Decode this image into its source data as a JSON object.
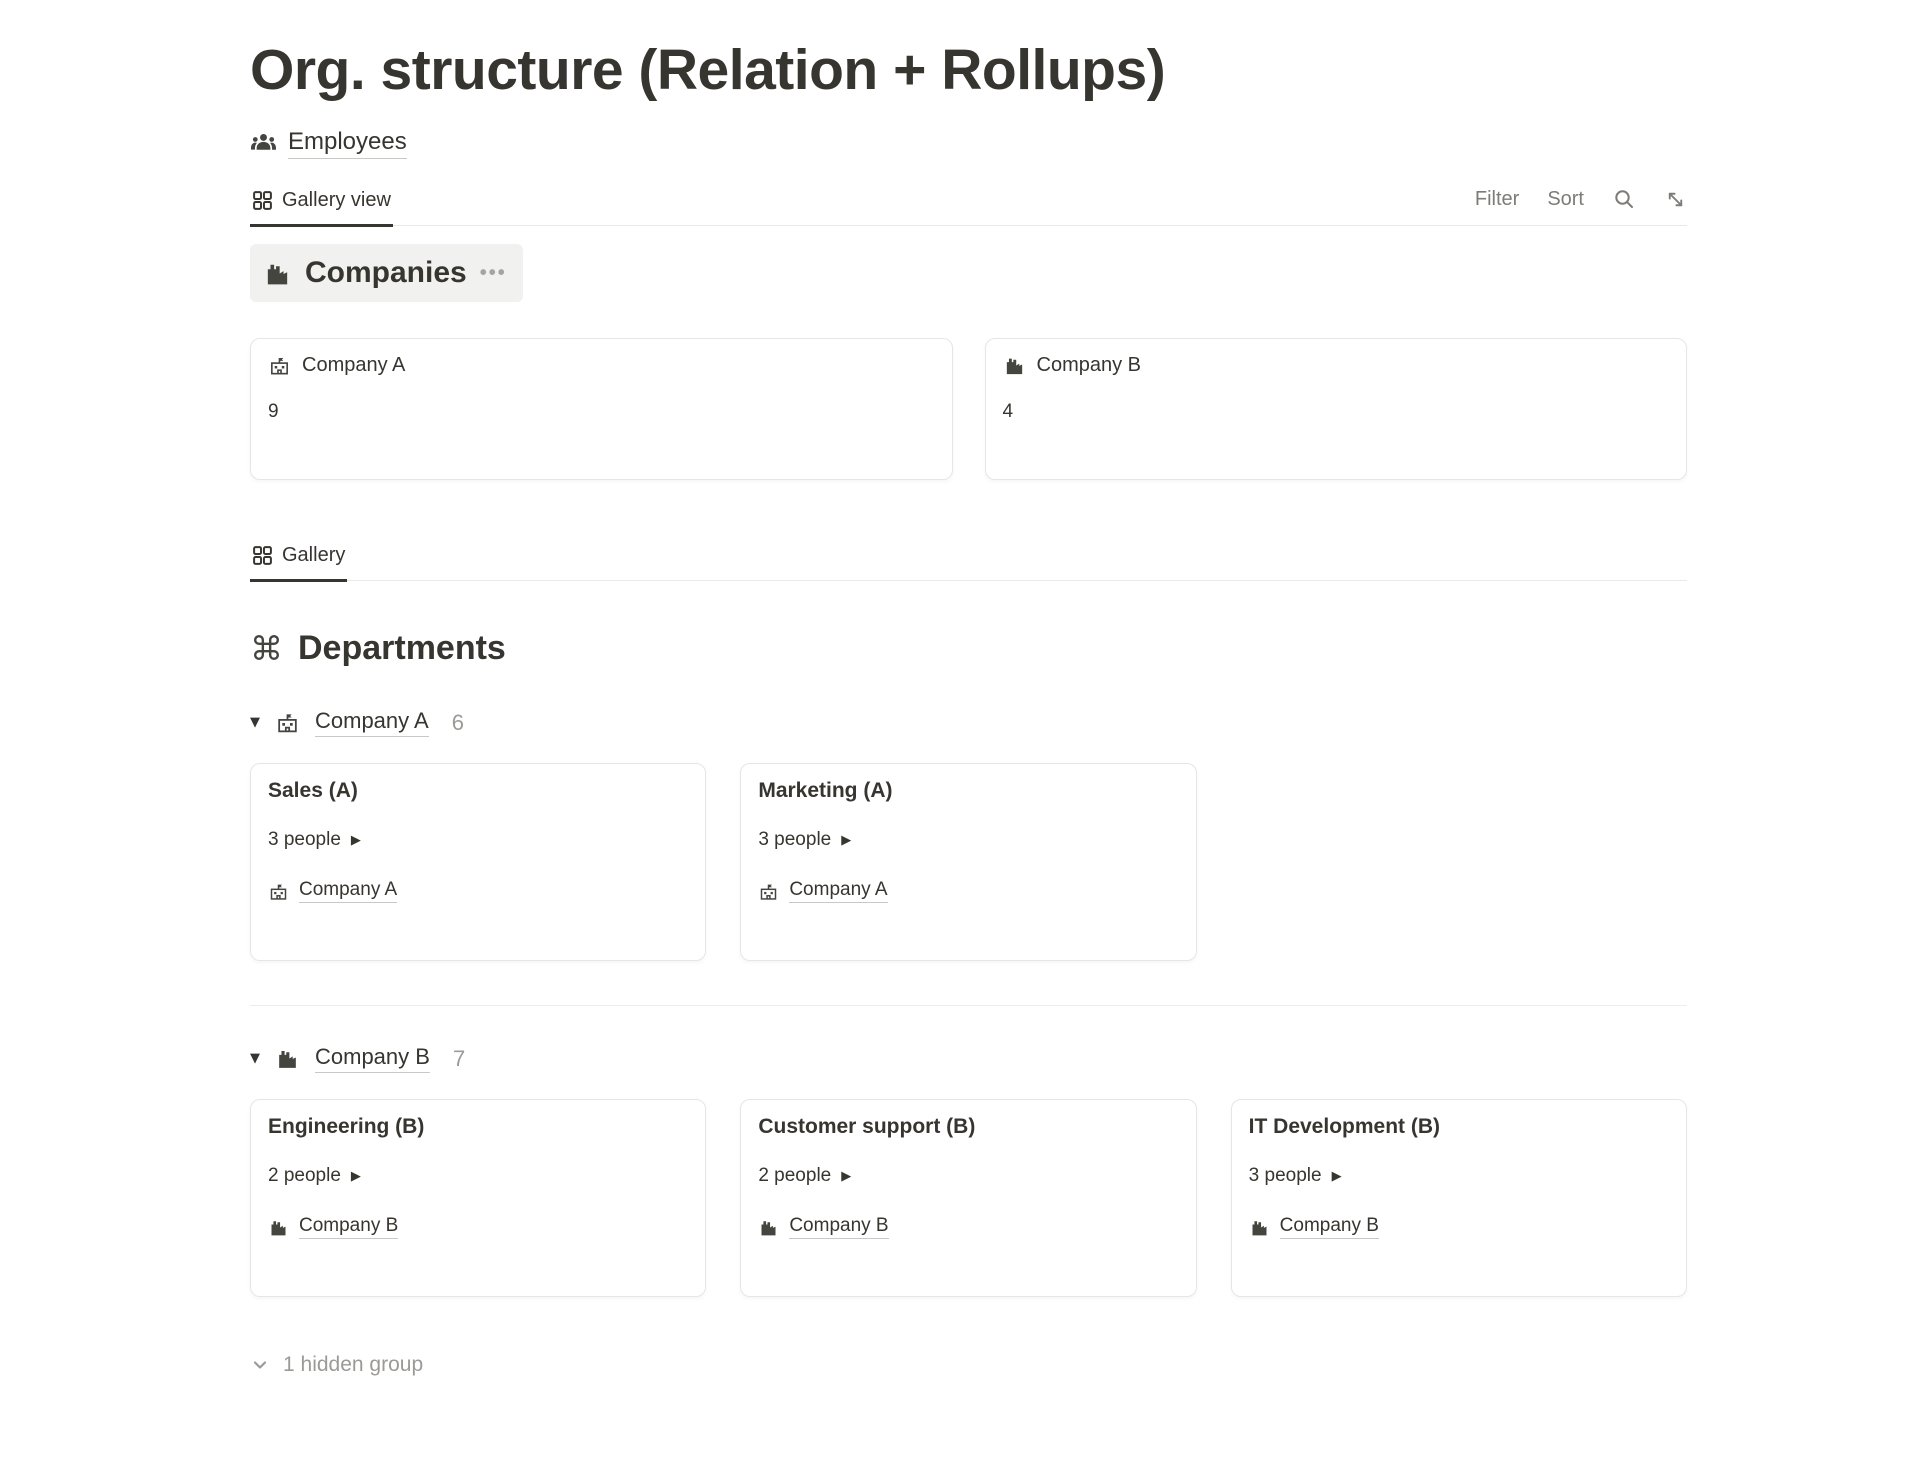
{
  "title": "Org. structure (Relation + Rollups)",
  "breadcrumb": {
    "label": "Employees"
  },
  "tabs": {
    "primary": "Gallery view",
    "secondary": "Gallery"
  },
  "toolbar": {
    "filter_label": "Filter",
    "sort_label": "Sort"
  },
  "companies": {
    "header": "Companies",
    "menu_dots": "•••",
    "cards": [
      {
        "name": "Company A",
        "rollup_value": "9"
      },
      {
        "name": "Company B",
        "rollup_value": "4"
      }
    ]
  },
  "departments": {
    "header": "Departments",
    "groups": [
      {
        "name": "Company A",
        "count": "6",
        "cards": [
          {
            "title": "Sales (A)",
            "people": "3 people",
            "company": "Company A"
          },
          {
            "title": "Marketing (A)",
            "people": "3 people",
            "company": "Company A"
          }
        ]
      },
      {
        "name": "Company B",
        "count": "7",
        "cards": [
          {
            "title": "Engineering (B)",
            "people": "2 people",
            "company": "Company B"
          },
          {
            "title": "Customer support (B)",
            "people": "2 people",
            "company": "Company B"
          },
          {
            "title": "IT Development (B)",
            "people": "3 people",
            "company": "Company B"
          }
        ]
      }
    ]
  },
  "footer": {
    "hidden_groups": "1 hidden group"
  },
  "colors": {
    "text": "#37352f",
    "muted": "#9b9a97",
    "toolbar_gray": "#7d7c78",
    "pill_bg": "#f1f1ef",
    "card_border": "#e6e6e4",
    "divider": "#e9e9e7",
    "active_tab_underline": "#37352f",
    "link_underline": "#c9c8c5"
  }
}
